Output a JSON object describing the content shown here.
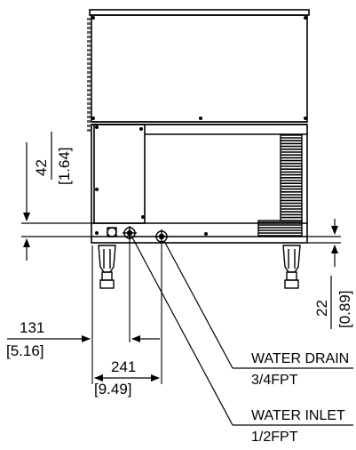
{
  "dimensions": {
    "top_height": {
      "mm": "42",
      "inch": "[1.64]"
    },
    "right_height": {
      "mm": "22",
      "inch": "[0.89]"
    },
    "left_width": {
      "mm": "131",
      "inch": "[5.16]"
    },
    "center_width": {
      "mm": "241",
      "inch": "[9.49]"
    }
  },
  "callouts": {
    "drain": {
      "title": "WATER DRAIN",
      "size": "3/4FPT"
    },
    "inlet": {
      "title": "WATER INLET",
      "size": "1/2FPT"
    }
  }
}
